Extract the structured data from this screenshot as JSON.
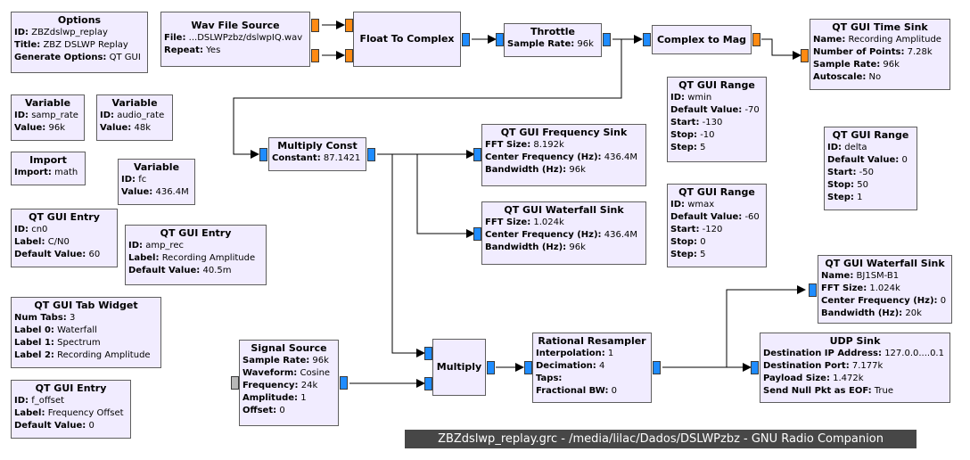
{
  "window_title": "ZBZdslwp_replay.grc - /media/lilac/Dados/DSLWPzbz - GNU Radio Companion",
  "colors": {
    "block_fill": "#f1ecff",
    "complex_port": "#1f8cff",
    "float_port": "#ff8a12",
    "message_port": "#b8b8b8",
    "status_bg": "#474747"
  },
  "blocks": {
    "options": {
      "title": "Options",
      "p0k": "ID:",
      "p0v": "ZBZdslwp_replay",
      "p1k": "Title:",
      "p1v": "ZBZ DSLWP Replay",
      "p2k": "Generate Options:",
      "p2v": "QT GUI"
    },
    "wav": {
      "title": "Wav File Source",
      "p0k": "File:",
      "p0v": "...DSLWPzbz/dslwpIQ.wav",
      "p1k": "Repeat:",
      "p1v": "Yes"
    },
    "f2c": {
      "title": "Float To Complex"
    },
    "throttle": {
      "title": "Throttle",
      "p0k": "Sample Rate:",
      "p0v": "96k"
    },
    "c2m": {
      "title": "Complex to Mag"
    },
    "timesink": {
      "title": "QT GUI Time Sink",
      "p0k": "Name:",
      "p0v": "Recording Amplitude",
      "p1k": "Number of Points:",
      "p1v": "7.28k",
      "p2k": "Sample Rate:",
      "p2v": "96k",
      "p3k": "Autoscale:",
      "p3v": "No"
    },
    "var_samp": {
      "title": "Variable",
      "p0k": "ID:",
      "p0v": "samp_rate",
      "p1k": "Value:",
      "p1v": "96k"
    },
    "var_audio": {
      "title": "Variable",
      "p0k": "ID:",
      "p0v": "audio_rate",
      "p1k": "Value:",
      "p1v": "48k"
    },
    "import": {
      "title": "Import",
      "p0k": "Import:",
      "p0v": "math"
    },
    "var_fc": {
      "title": "Variable",
      "p0k": "ID:",
      "p0v": "fc",
      "p1k": "Value:",
      "p1v": "436.4M"
    },
    "entry_cn0": {
      "title": "QT GUI Entry",
      "p0k": "ID:",
      "p0v": "cn0",
      "p1k": "Label:",
      "p1v": "C/N0",
      "p2k": "Default Value:",
      "p2v": "60"
    },
    "entry_amp": {
      "title": "QT GUI Entry",
      "p0k": "ID:",
      "p0v": "amp_rec",
      "p1k": "Label:",
      "p1v": "Recording Amplitude",
      "p2k": "Default Value:",
      "p2v": "40.5m"
    },
    "mulconst": {
      "title": "Multiply Const",
      "p0k": "Constant:",
      "p0v": "87.1421"
    },
    "freqsink": {
      "title": "QT GUI Frequency Sink",
      "p0k": "FFT Size:",
      "p0v": "8.192k",
      "p1k": "Center Frequency (Hz):",
      "p1v": "436.4M",
      "p2k": "Bandwidth (Hz):",
      "p2v": "96k"
    },
    "wfsink1": {
      "title": "QT GUI Waterfall Sink",
      "p0k": "FFT Size:",
      "p0v": "1.024k",
      "p1k": "Center Frequency (Hz):",
      "p1v": "436.4M",
      "p2k": "Bandwidth (Hz):",
      "p2v": "96k"
    },
    "range_wmin": {
      "title": "QT GUI Range",
      "p0k": "ID:",
      "p0v": "wmin",
      "p1k": "Default Value:",
      "p1v": "-70",
      "p2k": "Start:",
      "p2v": "-130",
      "p3k": "Stop:",
      "p3v": "-10",
      "p4k": "Step:",
      "p4v": "5"
    },
    "range_wmax": {
      "title": "QT GUI Range",
      "p0k": "ID:",
      "p0v": "wmax",
      "p1k": "Default Value:",
      "p1v": "-60",
      "p2k": "Start:",
      "p2v": "-120",
      "p3k": "Stop:",
      "p3v": "0",
      "p4k": "Step:",
      "p4v": "5"
    },
    "range_delta": {
      "title": "QT GUI Range",
      "p0k": "ID:",
      "p0v": "delta",
      "p1k": "Default Value:",
      "p1v": "0",
      "p2k": "Start:",
      "p2v": "-50",
      "p3k": "Stop:",
      "p3v": "50",
      "p4k": "Step:",
      "p4v": "1"
    },
    "tabwidget": {
      "title": "QT GUI Tab Widget",
      "p0k": "Num Tabs:",
      "p0v": "3",
      "p1k": "Label 0:",
      "p1v": "Waterfall",
      "p2k": "Label 1:",
      "p2v": "Spectrum",
      "p3k": "Label 2:",
      "p3v": "Recording Amplitude"
    },
    "entry_foff": {
      "title": "QT GUI Entry",
      "p0k": "ID:",
      "p0v": "f_offset",
      "p1k": "Label:",
      "p1v": "Frequency Offset",
      "p2k": "Default Value:",
      "p2v": "0"
    },
    "sigsrc": {
      "title": "Signal Source",
      "p0k": "Sample Rate:",
      "p0v": "96k",
      "p1k": "Waveform:",
      "p1v": "Cosine",
      "p2k": "Frequency:",
      "p2v": "24k",
      "p3k": "Amplitude:",
      "p3v": "1",
      "p4k": "Offset:",
      "p4v": "0"
    },
    "multiply": {
      "title": "Multiply"
    },
    "resampler": {
      "title": "Rational Resampler",
      "p0k": "Interpolation:",
      "p0v": "1",
      "p1k": "Decimation:",
      "p1v": "4",
      "p2k": "Taps:",
      "p2v": "",
      "p3k": "Fractional BW:",
      "p3v": "0"
    },
    "wfsink2": {
      "title": "QT GUI Waterfall Sink",
      "p0k": "Name:",
      "p0v": "BJ1SM-B1",
      "p1k": "FFT Size:",
      "p1v": "1.024k",
      "p2k": "Center Frequency (Hz):",
      "p2v": "0",
      "p3k": "Bandwidth (Hz):",
      "p3v": "20k"
    },
    "udpsink": {
      "title": "UDP Sink",
      "p0k": "Destination IP Address:",
      "p0v": "127.0.0....0.1",
      "p1k": "Destination Port:",
      "p1v": "7.177k",
      "p2k": "Payload Size:",
      "p2v": "1.472k",
      "p3k": "Send Null Pkt as EOF:",
      "p3v": "True"
    }
  }
}
